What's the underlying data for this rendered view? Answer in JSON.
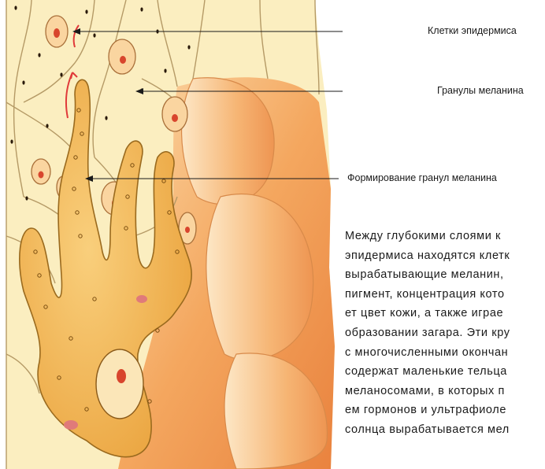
{
  "labels": {
    "epidermis_cells": "Клетки эпидермиса",
    "melanin_granules": "Гранулы меланина",
    "granule_formation": "Формирование гранул меланина"
  },
  "paragraph": [
    "Между глубокими слоями к",
    "эпидермиса находятся клетк",
    "вырабатывающие меланин,",
    "пигмент, концентрация кото",
    "ет цвет кожи, а также играе",
    "образовании загара. Эти кру",
    "с многочисленными окончан",
    "содержат маленькие тельца",
    "меланосомами, в которых п",
    "ем гормонов и ультрафиоле",
    "солнца вырабатывается мел"
  ],
  "colors": {
    "cell_fill": "#fbeec0",
    "cell_outline": "#a98a55",
    "melanocyte_fill": "#f3b54c",
    "melanocyte_outline": "#9a6a1e",
    "nucleus_red": "#d8452d",
    "tissue_orange": "#f4a75f",
    "arrow_red": "#e03a3a"
  }
}
